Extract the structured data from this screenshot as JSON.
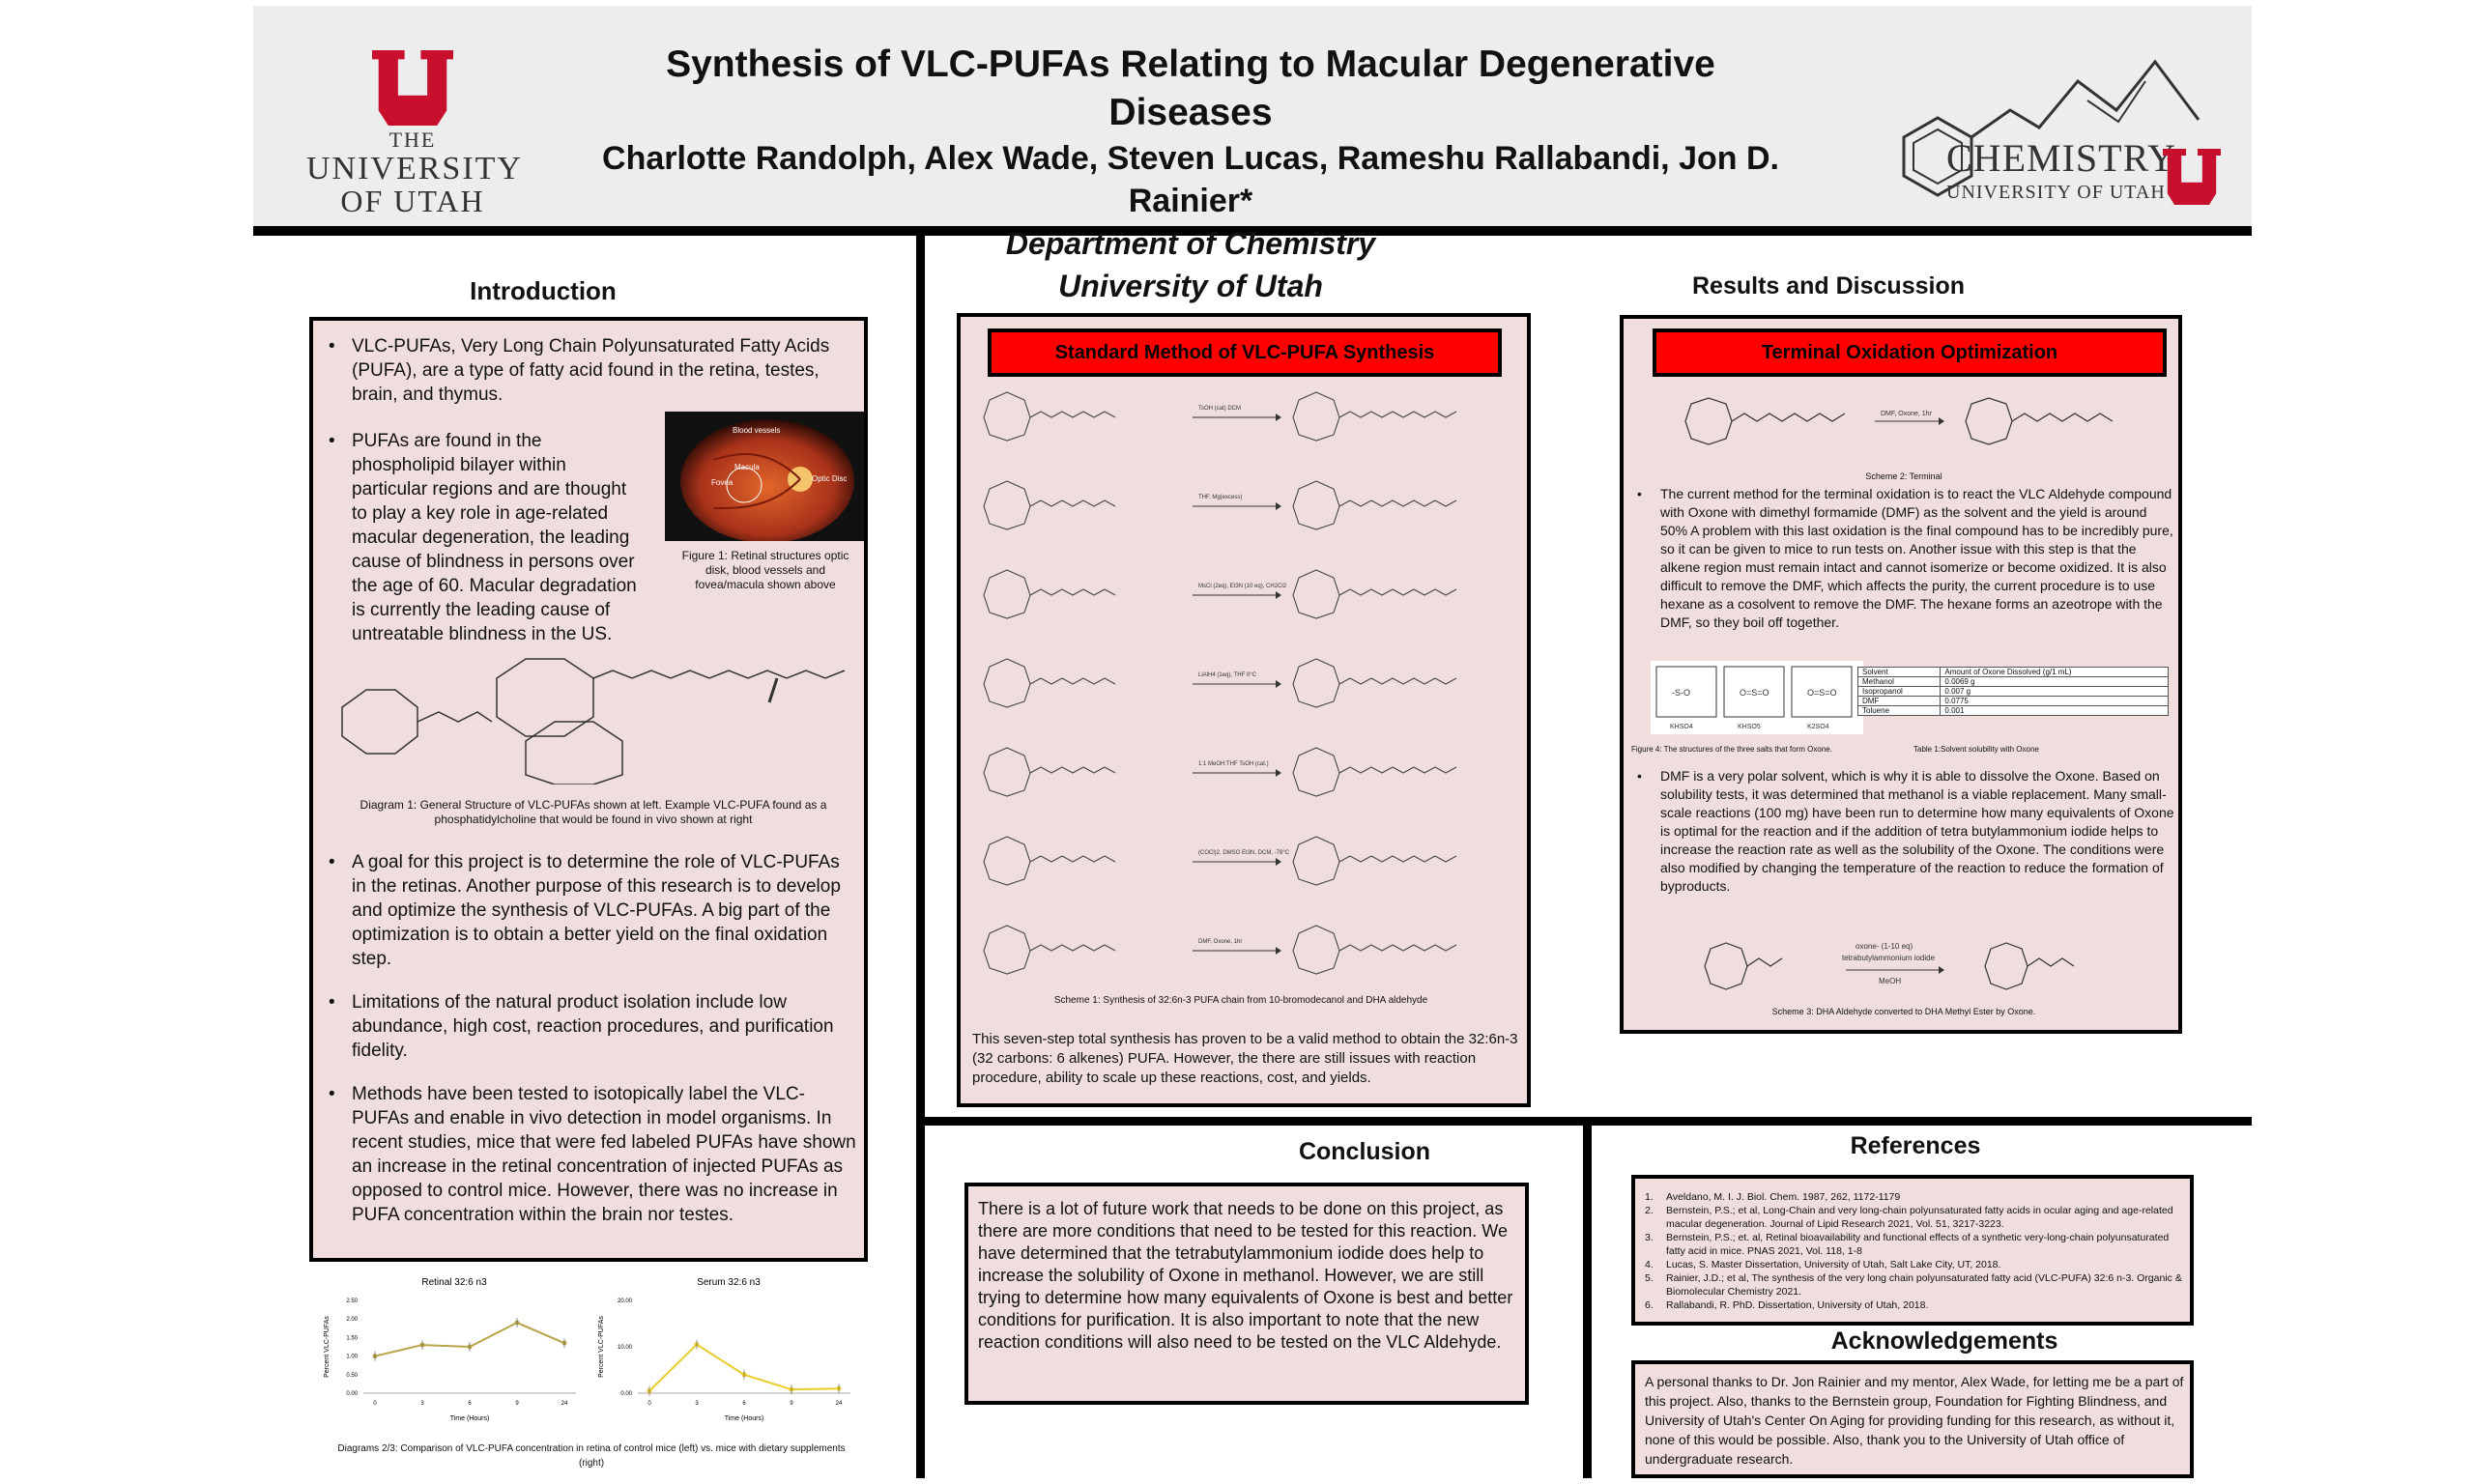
{
  "header": {
    "title": "Synthesis of VLC-PUFAs Relating to Macular Degenerative Diseases",
    "authors": "Charlotte Randolph, Alex Wade, Steven Lucas, Rameshu Rallabandi, Jon D. Rainier*",
    "department": "Department of Chemistry",
    "university": "University of Utah",
    "logo_left": {
      "the": "THE",
      "name": "UNIVERSITY",
      "of_utah": "OF UTAH"
    },
    "logo_right": {
      "word": "CHEMISTRY",
      "sub": "UNIVERSITY OF UTAH"
    }
  },
  "introduction": {
    "title": "Introduction",
    "bullet1": "VLC-PUFAs, Very Long Chain Polyunsaturated Fatty Acids (PUFA), are a type of fatty acid found in the retina, testes, brain, and thymus.",
    "bullet2": "PUFAs are found in the phospholipid bilayer within particular regions and are thought to play a key role in age-related macular degeneration, the leading cause of blindness in persons over the age of 60. Macular degradation is currently the leading cause of untreatable blindness in the US.",
    "figure1_caption": "Figure 1: Retinal structures optic disk, blood vessels and fovea/macula shown above",
    "figure1_labels": {
      "vessels": "Blood vessels",
      "macula": "Macula",
      "fovea": "Fovea",
      "optic": "Optic Disc"
    },
    "diagram1_caption": "Diagram 1: General Structure of VLC-PUFAs shown at left. Example VLC-PUFA found as a phosphatidylcholine that would be found in vivo shown at right",
    "bullet3": "A goal for this project is to determine the role of VLC-PUFAs in the retinas. Another purpose of this research is to develop and optimize the synthesis of VLC-PUFAs. A big part of the optimization is to obtain a better yield on the final oxidation step.",
    "bullet4": "Limitations of the natural product isolation include low abundance, high cost, reaction procedures, and purification fidelity.",
    "bullet5": "Methods have been tested to isotopically label the VLC-PUFAs and enable in vivo detection in model organisms. In recent studies, mice that were fed labeled PUFAs have shown an increase in the retinal concentration of injected PUFAs as opposed to control mice. However, there was no increase in PUFA concentration within the brain nor testes."
  },
  "chart_data": [
    {
      "type": "line",
      "title": "Retinal 32:6 n3",
      "xlabel": "Time (Hours)",
      "ylabel": "Percent VLC-PUFAs",
      "x": [
        0,
        3,
        6,
        9,
        24
      ],
      "x_ticks": [
        "0",
        "3",
        "6",
        "9",
        "24"
      ],
      "y_ticks": [
        "0.00",
        "0.50",
        "1.00",
        "1.50",
        "2.00",
        "2.50"
      ],
      "ylim": [
        0,
        2.5
      ],
      "series": [
        {
          "values": [
            1.0,
            1.3,
            1.25,
            1.9,
            1.35
          ],
          "color": "#b8a44a"
        }
      ]
    },
    {
      "type": "line",
      "title": "Serum 32:6 n3",
      "xlabel": "Time (Hours)",
      "ylabel": "Percent VLC-PUFAs",
      "x": [
        0,
        3,
        6,
        9,
        24
      ],
      "x_ticks": [
        "0",
        "3",
        "6",
        "9",
        "24"
      ],
      "y_ticks": [
        "0.00",
        "10.00",
        "20.00"
      ],
      "ylim": [
        0,
        20
      ],
      "series": [
        {
          "values": [
            0.5,
            10.5,
            4.0,
            0.8,
            1.0
          ],
          "color": "#e8cc2a"
        }
      ]
    }
  ],
  "diagrams23_caption": "Diagrams 2/3: Comparison of VLC-PUFA concentration in retina of control mice (left) vs. mice with dietary supplements (right)",
  "results": {
    "title": "Results and Discussion",
    "standard": {
      "banner": "Standard Method of VLC-PUFA Synthesis",
      "reagents": [
        "TsOH (cat) DCM",
        "THF, Mg(excess)",
        "MsCl (2eq), Et3N (10 eq), CH2Cl2",
        "LiAlH4 (1eq), THF 0°C",
        "1:1 MeOH:THF TsOH (cat.)",
        "(COCl)2, DMSO Et3N, DCM, -78°C",
        "DMF, Oxone, 1hr"
      ],
      "scheme_caption": "Scheme 1: Synthesis of 32:6n-3 PUFA chain from 10-bromodecanol and DHA aldehyde",
      "text": "This seven-step total synthesis has proven to be a valid method to obtain the 32:6n-3 (32 carbons: 6 alkenes) PUFA. However, the there are still issues with reaction procedure, ability to scale up these reactions, cost, and yields."
    },
    "terminal": {
      "banner": "Terminal Oxidation Optimization",
      "scheme2_reagent": "DMF, Oxone, 1hr",
      "scheme2_caption": "Scheme 2: Terminal",
      "bullet1": "The current method for the terminal oxidation is to react the VLC Aldehyde compound with Oxone with dimethyl formamide (DMF) as the solvent and the yield is around 50% A problem with this last oxidation is the final compound has to be incredibly pure, so it can be given to mice to run tests on. Another issue with this step is that the alkene region must remain intact and cannot isomerize or become oxidized. It is also difficult to remove the DMF, which affects the purity, the current procedure is to use hexane as a cosolvent to remove the DMF. The hexane forms an azeotrope with the DMF, so they boil off together.",
      "figure4_caption": "Figure 4: The structures of the three salts that form Oxone.",
      "salt_labels": [
        "KHSO4",
        "KHSO5",
        "K2SO4"
      ],
      "table1_caption": "Table 1:Solvent solubility with Oxone",
      "table_headers": [
        "Solvent",
        "Amount of Oxone Dissolved (g/1 mL)"
      ],
      "table_rows": [
        [
          "Methanol",
          "0.0069 g"
        ],
        [
          "Isopropanol",
          "0.007 g"
        ],
        [
          "DMF",
          "0.0775"
        ],
        [
          "Toluene",
          "0.001"
        ]
      ],
      "bullet2": "DMF is a very polar solvent, which is why it is able to dissolve the Oxone. Based on solubility tests, it was determined that methanol is a viable replacement. Many small-scale reactions (100 mg)  have been run to determine how many equivalents of Oxone is optimal for the reaction and if the addition of tetra butylammonium iodide helps to increase the reaction rate as well as the solubility of the Oxone. The conditions were also modified by changing the temperature of the reaction to reduce the formation of byproducts.",
      "scheme3_reagent1": "oxone- (1-10 eq)",
      "scheme3_reagent2": "tetrabutylammonium iodide",
      "scheme3_reagent3": "MeOH",
      "scheme3_caption": "Scheme 3: DHA Aldehyde converted to DHA Methyl Ester by Oxone."
    }
  },
  "conclusion": {
    "title": "Conclusion",
    "text": "There is a lot of future work that needs to be done on this project, as there are more conditions that need to be tested for this reaction. We have determined that the tetrabutylammonium iodide does help to increase the solubility of Oxone in methanol. However, we are still trying to determine how many equivalents of Oxone is best and better conditions for purification.  It is also important to note that the new reaction conditions will also need to be tested on the VLC Aldehyde."
  },
  "references": {
    "title": "References",
    "items": [
      "Aveldano, M. I. J. Biol. Chem. 1987, 262, 1172-1179",
      "Bernstein, P.S.; et al, Long-Chain and very long-chain polyunsaturated fatty acids in ocular aging and age-related macular degeneration. Journal of Lipid Research 2021, Vol. 51, 3217-3223.",
      "Bernstein, P.S.; et. al, Retinal bioavailability and functional effects of a synthetic very-long-chain polyunsaturated fatty acid in mice. PNAS 2021, Vol. 118, 1-8",
      "Lucas, S. Master Dissertation, University of Utah, Salt Lake City, UT, 2018.",
      "Rainier, J.D.; et al, The synthesis of the very long chain polyunsaturated fatty acid (VLC-PUFA) 32:6 n-3. Organic & Biomolecular Chemistry 2021.",
      "Rallabandi, R. PhD. Dissertation, University of Utah, 2018."
    ]
  },
  "acknowledgements": {
    "title": "Acknowledgements",
    "text": "A personal thanks to Dr. Jon Rainier and my mentor, Alex Wade, for letting me be a part of this project. Also, thanks to the Bernstein group, Foundation for Fighting Blindness, and University of Utah's Center On Aging for providing funding for this research, as without it, none of this would be possible. Also, thank you to the University of Utah office of undergraduate research."
  },
  "colors": {
    "banner_red": "#ff0000",
    "box_pink": "#f0dede",
    "utah_red": "#c8102e"
  }
}
